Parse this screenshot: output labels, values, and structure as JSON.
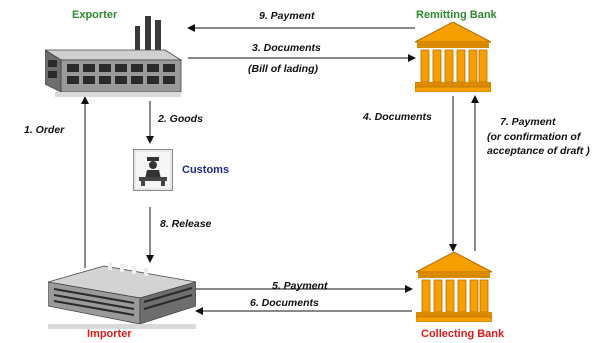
{
  "colors": {
    "exporter_label": "#2e8b2e",
    "bank_label_top": "#2e8b2e",
    "bank_label_bottom": "#e01a1a",
    "importer_label": "#e01a1a",
    "customs_label": "#1f2a8c",
    "bank_fill": "#f5a000",
    "bank_dark": "#b86b00",
    "arrow": "#111111"
  },
  "nodes": {
    "exporter": {
      "label": "Exporter",
      "icon": "factory-icon"
    },
    "remitting_bank": {
      "label": "Remitting Bank",
      "icon": "bank-icon"
    },
    "customs": {
      "label": "Customs",
      "icon": "customs-officer-icon"
    },
    "importer": {
      "label": "Importer",
      "icon": "warehouse-icon"
    },
    "collecting_bank": {
      "label": "Collecting Bank",
      "icon": "bank-icon"
    }
  },
  "steps": {
    "s1": "1. Order",
    "s2": "2. Goods",
    "s3": "3. Documents",
    "s3_note": "(Bill of lading)",
    "s4": "4. Documents",
    "s5": "5. Payment",
    "s6": "6. Documents",
    "s7": "7. Payment",
    "s7_note_1": "(or confirmation of",
    "s7_note_2": "acceptance of draft )",
    "s8": "8. Release",
    "s9": "9. Payment"
  }
}
